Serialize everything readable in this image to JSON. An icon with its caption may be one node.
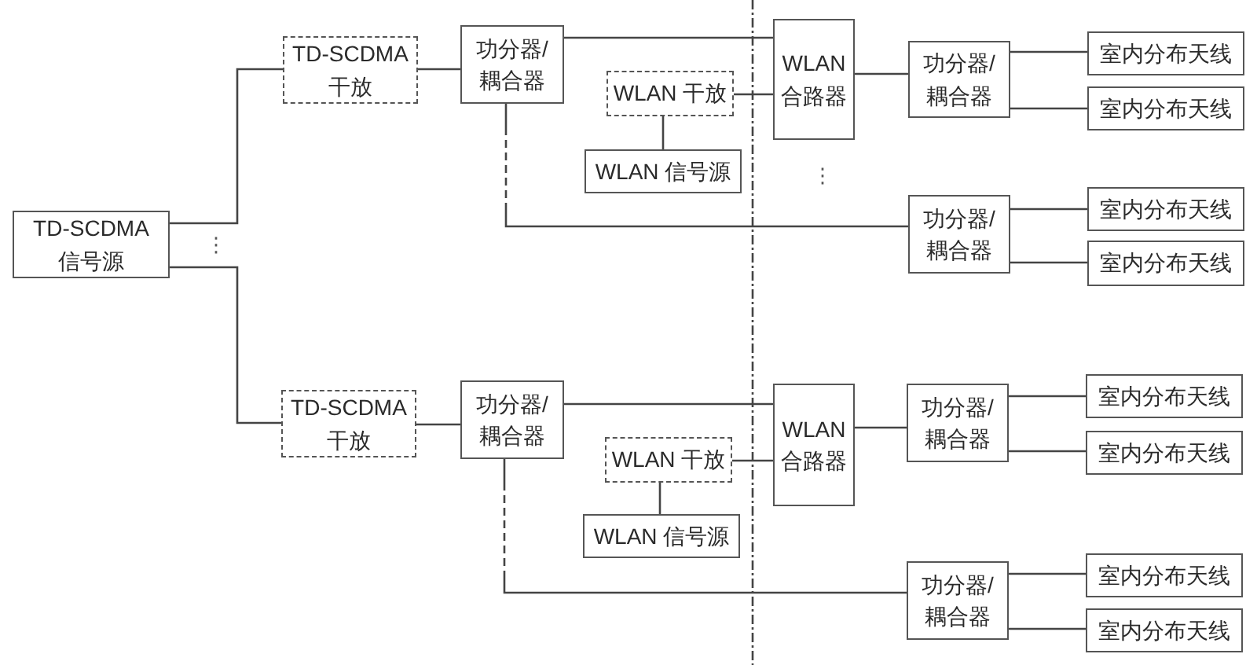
{
  "diagram": {
    "nodes": [
      {
        "text": [
          "TD-SCDMA 信号源"
        ]
      },
      {
        "text": [
          "TD-SCDMA 干放"
        ]
      },
      {
        "text": [
          "功分器/耦合器"
        ]
      },
      {
        "text": [
          "WLAN 干放"
        ]
      },
      {
        "text": [
          "WLAN 信号源"
        ]
      },
      {
        "text": [
          "WLAN 合路器"
        ]
      },
      {
        "text": [
          "功分器/耦合器"
        ]
      },
      {
        "text": [
          "室内分布天线"
        ]
      },
      {
        "text": [
          "室内分布天线"
        ]
      },
      {
        "text": [
          "功分器/耦合器"
        ]
      },
      {
        "text": [
          "室内分布天线"
        ]
      },
      {
        "text": [
          "室内分布天线"
        ]
      },
      {
        "text": [
          "TD-SCDMA 干放"
        ]
      },
      {
        "text": [
          "功分器/耦合器"
        ]
      },
      {
        "text": [
          "WLAN 干放"
        ]
      },
      {
        "text": [
          "WLAN 信号源"
        ]
      },
      {
        "text": [
          "WLAN 合路器"
        ]
      },
      {
        "text": [
          "功分器/耦合器"
        ]
      },
      {
        "text": [
          "室内分布天线"
        ]
      },
      {
        "text": [
          "室内分布天线"
        ]
      },
      {
        "text": [
          "功分器/耦合器"
        ]
      },
      {
        "text": [
          "室内分布天线"
        ]
      },
      {
        "text": [
          "室内分布天线"
        ]
      }
    ],
    "edges": [
      {
        "from": 0,
        "to": 1,
        "arrow": "none"
      },
      {
        "from": 0,
        "to": 12,
        "arrow": "none"
      },
      {
        "from": 1,
        "to": 2,
        "arrow": "none"
      },
      {
        "from": 2,
        "to": 5,
        "arrow": "none"
      },
      {
        "from": 4,
        "to": 3,
        "arrow": "none"
      },
      {
        "from": 3,
        "to": 5,
        "arrow": "none"
      },
      {
        "from": 5,
        "to": 6,
        "arrow": "none"
      },
      {
        "from": 6,
        "to": 7,
        "arrow": "none"
      },
      {
        "from": 6,
        "to": 8,
        "arrow": "none"
      },
      {
        "from": 2,
        "to": 9,
        "arrow": "none",
        "style": "dashed"
      },
      {
        "from": 9,
        "to": 10,
        "arrow": "none"
      },
      {
        "from": 9,
        "to": 11,
        "arrow": "none"
      },
      {
        "from": 12,
        "to": 13,
        "arrow": "none"
      },
      {
        "from": 13,
        "to": 16,
        "arrow": "none"
      },
      {
        "from": 15,
        "to": 14,
        "arrow": "none"
      },
      {
        "from": 14,
        "to": 16,
        "arrow": "none"
      },
      {
        "from": 16,
        "to": 17,
        "arrow": "none"
      },
      {
        "from": 17,
        "to": 18,
        "arrow": "none"
      },
      {
        "from": 17,
        "to": 19,
        "arrow": "none"
      },
      {
        "from": 13,
        "to": 20,
        "arrow": "none",
        "style": "dashed"
      },
      {
        "from": 20,
        "to": 21,
        "arrow": "none"
      },
      {
        "from": 20,
        "to": 22,
        "arrow": "none"
      }
    ],
    "labels": [
      "⋮",
      "⋮"
    ]
  }
}
